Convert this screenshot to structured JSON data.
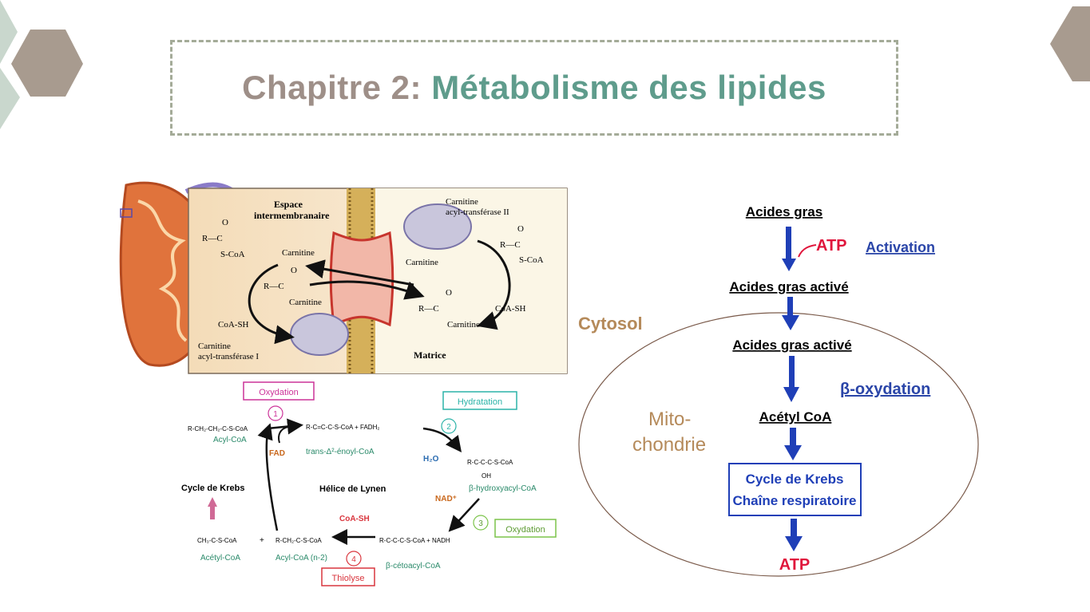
{
  "slide": {
    "title_prefix": "Chapitre 2: ",
    "title_main": "Métabolisme des  lipides",
    "colors": {
      "title_prefix": "#9e8f88",
      "title_main": "#5f9c8c",
      "hexagon": "#a89b8f",
      "hexagon_light": "#c9d7cd",
      "border": "#a4ab98"
    }
  },
  "carnitine_shuttle": {
    "espace": "Espace",
    "intermembranaire": "intermembranaire",
    "matrice": "Matrice",
    "cat2_line1": "Carnitine",
    "cat2_line2": "acyl-transférase II",
    "cat1_line1": "Carnitine",
    "cat1_line2": "acyl-transférase I",
    "left_acyl_r": "R—C",
    "left_acyl_o": "O",
    "left_acyl_s": "S-CoA",
    "carnitine_top_left": "Carnitine",
    "acyl_carnitine_left_r": "R—C",
    "acyl_carnitine_left_o": "O",
    "acyl_carnitine_left_c": "Carnitine",
    "coa_sh_left": "CoA-SH",
    "carnitine_right": "Carnitine",
    "right_acyl_r": "R—C",
    "right_acyl_o": "O",
    "right_acyl_s": "S-CoA",
    "acyl_carnitine_right_r": "R—C",
    "acyl_carnitine_right_o": "O",
    "acyl_carnitine_right_c": "Carnitine",
    "coa_sh_right": "CoA-SH"
  },
  "lynen": {
    "oxydation1": "Oxydation",
    "step1": "1",
    "hydratation": "Hydratation",
    "step2": "2",
    "oxydation2": "Oxydation",
    "step3": "3",
    "thiolyse": "Thiolyse",
    "step4": "4",
    "acyl_coa_formula": "R-CH₂-CH₂-C-S-CoA",
    "acyl_coa": "Acyl-CoA",
    "fad": "FAD",
    "enoyl_formula": "R-C=C-C-S-CoA + FADH₂",
    "enoyl": "trans-Δ²-énoyl-CoA",
    "h2o": "H₂O",
    "hydroxy_formula": "R-C-C-C-S-CoA",
    "oh": "OH",
    "hydroxy": "β-hydroxyacyl-CoA",
    "nad": "NAD⁺",
    "cetoacyl_formula": "R-C-C-C-S-CoA + NADH",
    "cetoacyl": "β-cétoacyl-CoA",
    "coa_sh": "CoA-SH",
    "helice": "Hélice de Lynen",
    "krebs": "Cycle de Krebs",
    "acetyl_formula": "CH₃-C-S-CoA",
    "plus": "+",
    "acetyl": "Acétyl-CoA",
    "acyl_n2_formula": "R-CH₂-C-S-CoA",
    "acyl_n2": "Acyl-CoA (n-2)"
  },
  "flow": {
    "cytosol": "Cytosol",
    "mito1": "Mito-",
    "mito2": "chondrie",
    "acides_gras": "Acides gras",
    "atp_in": "ATP",
    "activation": "Activation",
    "active1": "Acides gras activé",
    "active2": "Acides gras activé",
    "beta_ox": "β-oxydation",
    "acetyl": "Acétyl CoA",
    "krebs": "Cycle de Krebs",
    "chaine": "Chaîne respiratoire",
    "atp_out": "ATP",
    "colors": {
      "arrow": "#1f3fb7",
      "atp": "#e0163c",
      "label_blue": "#2a45a8",
      "brown": "#b58a5a"
    }
  }
}
